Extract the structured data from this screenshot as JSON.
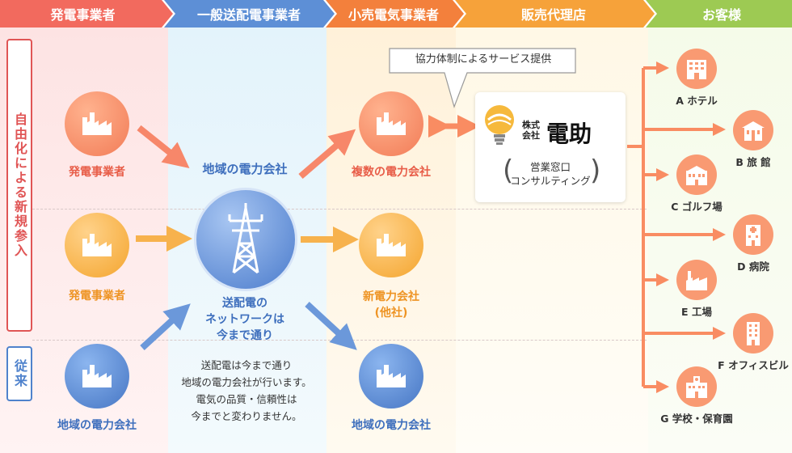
{
  "headers": [
    {
      "label": "発電事業者",
      "color": "#f26a5e"
    },
    {
      "label": "一般送配電事業者",
      "color": "#5d8fd6"
    },
    {
      "label": "小売電気事業者",
      "color": "#f3803c"
    },
    {
      "label": "販売代理店",
      "color": "#f6a23a"
    },
    {
      "label": "お客様",
      "color": "#9dca53"
    }
  ],
  "side_labels": {
    "new_entry": "自由化による新規参入",
    "conventional": "従来"
  },
  "generators": [
    "発電事業者",
    "発電事業者",
    "地域の電力会社"
  ],
  "transmission": {
    "top_label": "地域の電力会社",
    "bottom_label_1": "送配電の",
    "bottom_label_2": "ネットワークは",
    "bottom_label_3": "今まで通り",
    "note_1": "送配電は今まで通り",
    "note_2": "地域の電力会社が行います。",
    "note_3": "電気の品質・信頼性は",
    "note_4": "今までと変わりません。"
  },
  "retailers": {
    "r1": "複数の電力会社",
    "r2_line1": "新電力会社",
    "r2_line2": "(他社)",
    "r3": "地域の電力会社"
  },
  "callout": "協力体制によるサービス提供",
  "agency": {
    "company_prefix_1": "株式",
    "company_prefix_2": "会社",
    "name": "電助",
    "service_1": "営業窓口",
    "service_2": "コンサルティング"
  },
  "customers": [
    "A ホテル",
    "B 旅 館",
    "C ゴルフ場",
    "D 病院",
    "E 工場",
    "F オフィスビル",
    "G 学校・保育園"
  ],
  "colors": {
    "red": "#f26a5e",
    "blue": "#4f82cc",
    "orange": "#f3803c",
    "amber": "#f6a23a",
    "green": "#9dca53",
    "peach": "#f99a72"
  }
}
